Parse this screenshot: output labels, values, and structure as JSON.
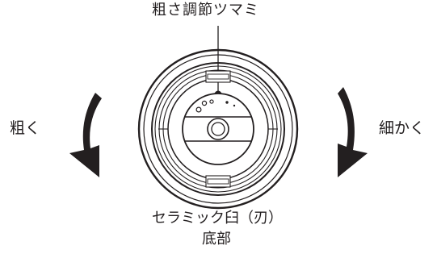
{
  "labels": {
    "knob": "粗さ調節ツマミ",
    "coarse": "粗く",
    "fine": "細かく",
    "ceramic_mill": "セラミック臼（刃）",
    "bottom": "底部"
  },
  "colors": {
    "ink": "#231f20",
    "background": "#ffffff"
  },
  "icons": {
    "left_arrow": "curved-arrow-down-counterclockwise",
    "right_arrow": "curved-arrow-down-clockwise"
  }
}
